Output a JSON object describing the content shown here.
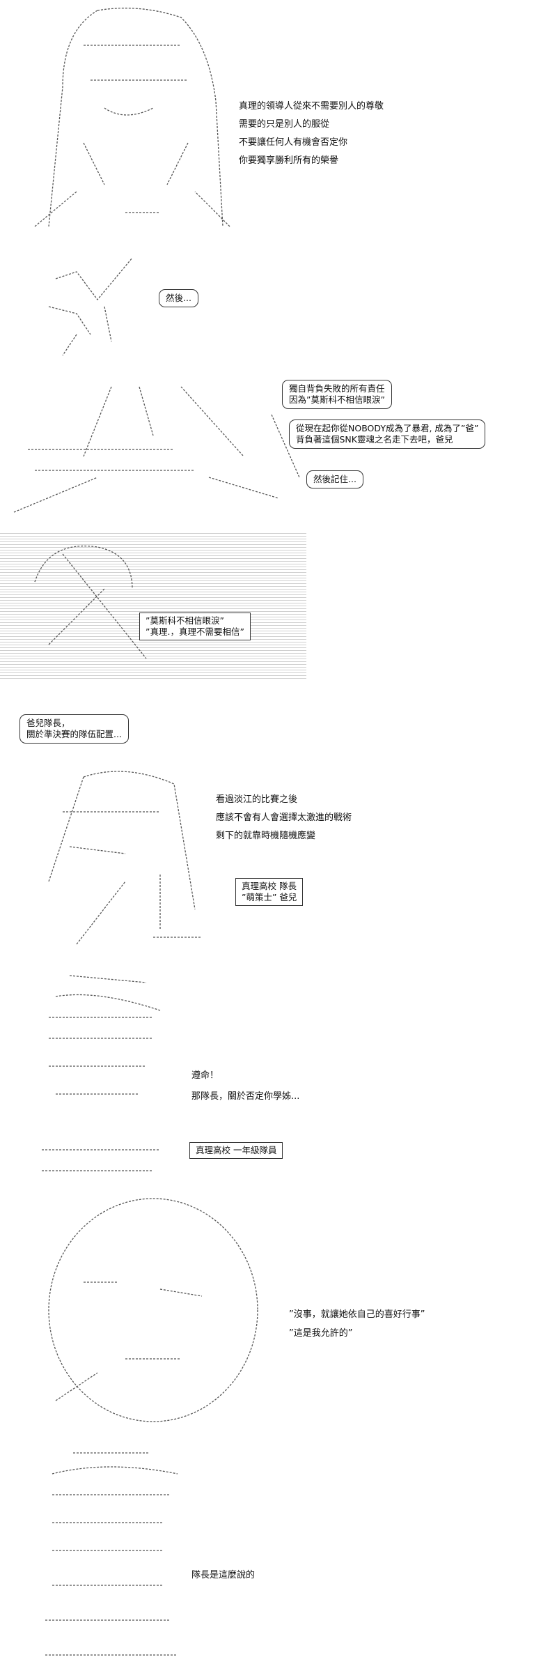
{
  "panel1": {
    "lines": [
      "真理的領導人從來不需要別人的尊敬",
      "需要的只是別人的服從",
      "不要讓任何人有機會否定你",
      "你要獨享勝利所有的榮譽"
    ]
  },
  "panel2": {
    "bubble": "然後..."
  },
  "panel3": {
    "bubble1": "獨自背負失敗的所有責任\n因為”莫斯科不相信眼淚”",
    "bubble2": "從現在起你從NOBODY成為了暴君, 成為了”爸”\n背負著這個SNK靈魂之名走下去吧，爸兒",
    "bubble3": "然後記住..."
  },
  "panel4": {
    "box": "”莫斯科不相信眼淚”\n”真理.，真理不需要相信”"
  },
  "panel5": {
    "bubble": "爸兒隊長，\n關於準決賽的隊伍配置..."
  },
  "panel6": {
    "lines": [
      "看過淡江的比賽之後",
      "應該不會有人會選擇太激進的戰術",
      "剩下的就靠時機隨機應變"
    ],
    "box": "真理高校 隊長\n”萌策士” 爸兒"
  },
  "panel7": {
    "lines": [
      "遵命！",
      "那隊長，關於否定你學姊..."
    ],
    "box": "真理高校 一年級隊員"
  },
  "panel8": {
    "lines": [
      "”沒事，就讓她依自己的喜好行事”",
      "”這是我允許的”"
    ]
  },
  "panel9": {
    "lines": [
      "隊長是這麼說的"
    ]
  }
}
